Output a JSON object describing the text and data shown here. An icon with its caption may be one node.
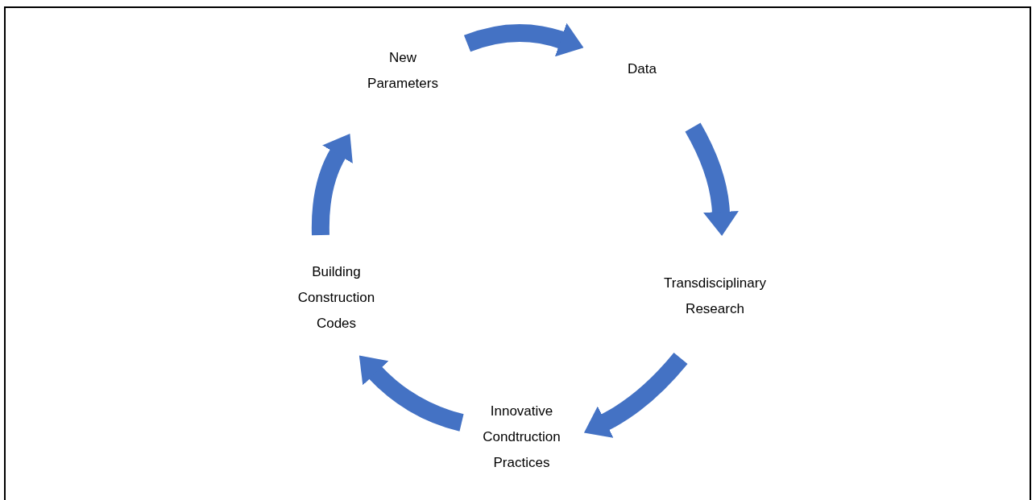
{
  "diagram": {
    "nodes": [
      {
        "text": [
          "New Parameters"
        ]
      },
      {
        "text": [
          "Data"
        ]
      },
      {
        "text": [
          "Transdisciplinary Research"
        ]
      },
      {
        "text": [
          "Innovative Condtruction Practices"
        ]
      },
      {
        "text": [
          "Building Construction Codes"
        ]
      }
    ],
    "edges": [
      {
        "from": 0,
        "to": 1,
        "arrow": "to"
      },
      {
        "from": 1,
        "to": 2,
        "arrow": "to"
      },
      {
        "from": 2,
        "to": 3,
        "arrow": "to"
      },
      {
        "from": 3,
        "to": 4,
        "arrow": "to"
      },
      {
        "from": 4,
        "to": 0,
        "arrow": "to"
      }
    ]
  }
}
